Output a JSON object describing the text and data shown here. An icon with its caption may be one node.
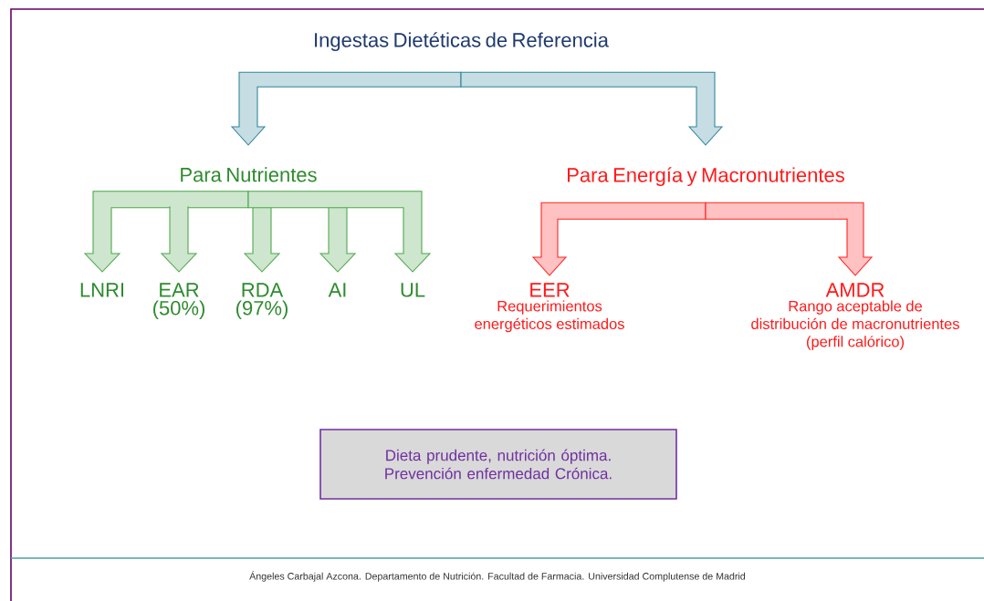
{
  "diagram": {
    "nodes": [
      {
        "text": [
          "Ingestas Dietéticas de Referencia"
        ]
      },
      {
        "text": [
          "Para Nutrientes"
        ]
      },
      {
        "text": [
          "Para Energía y Macronutrientes"
        ]
      },
      {
        "text": [
          "LNRI"
        ]
      },
      {
        "text": [
          "EAR",
          "(50%)"
        ]
      },
      {
        "text": [
          "RDA",
          "(97%)"
        ]
      },
      {
        "text": [
          "AI"
        ]
      },
      {
        "text": [
          "UL"
        ]
      },
      {
        "text": [
          "EER",
          "Requerimientos energéticos estimados"
        ]
      },
      {
        "text": [
          "AMDR",
          "Rango aceptable de distribución de macronutrientes (perfil calórico)"
        ]
      },
      {
        "text": [
          "Dieta prudente, nutrición óptima. Prevención enfermedad Crónica."
        ]
      }
    ],
    "edges": [
      {
        "from": 0,
        "to": 1,
        "arrow": "to",
        "color": "#31859c"
      },
      {
        "from": 0,
        "to": 2,
        "arrow": "to",
        "color": "#31859c"
      },
      {
        "from": 1,
        "to": 3,
        "arrow": "to"
      },
      {
        "from": 1,
        "to": 4,
        "arrow": "to"
      },
      {
        "from": 1,
        "to": 5,
        "arrow": "to"
      },
      {
        "from": 1,
        "to": 6,
        "arrow": "to"
      },
      {
        "from": 1,
        "to": 7,
        "arrow": "to"
      },
      {
        "from": 2,
        "to": 8,
        "arrow": "to",
        "color": "#ff2020"
      },
      {
        "from": 2,
        "to": 9,
        "arrow": "to",
        "color": "#ff2020"
      }
    ],
    "labels": [
      "Ángeles Carbajal Azcona. Departamento de Nutrición. Facultad de Farmacia. Universidad Complutense de Madrid"
    ]
  }
}
